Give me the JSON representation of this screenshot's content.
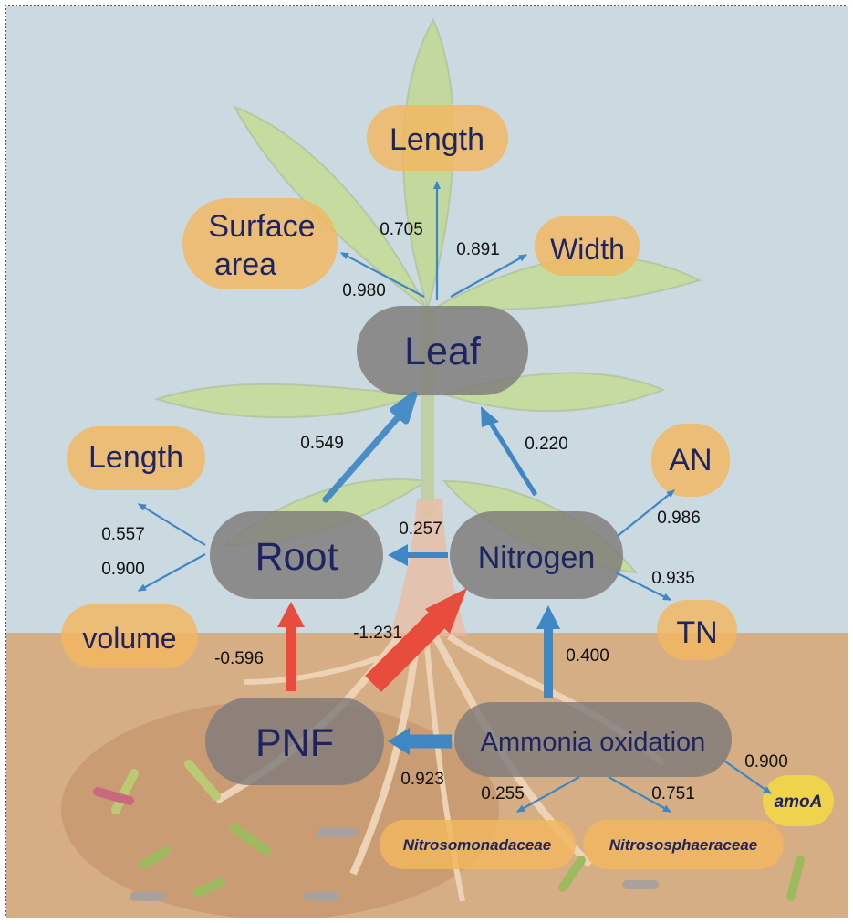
{
  "nodes": {
    "leaf": "Leaf",
    "root": "Root",
    "nitrogen": "Nitrogen",
    "pnf": "PNF",
    "ammonia_oxidation": "Ammonia oxidation"
  },
  "indicators": {
    "leaf_length": "Length",
    "leaf_surface_area_line1": "Surface",
    "leaf_surface_area_line2": "area",
    "leaf_width": "Width",
    "root_length": "Length",
    "root_volume": "volume",
    "an": "AN",
    "tn": "TN",
    "amoa": "amoA",
    "nitrosomonadaceae": "Nitrosomonadaceae",
    "nitrososphaeraceae": "Nitrososphaeraceae"
  },
  "coefficients": {
    "leaf_to_length": "0.705",
    "leaf_to_surface_area": "0.980",
    "leaf_to_width": "0.891",
    "root_to_leaf": "0.549",
    "nitrogen_to_leaf": "0.220",
    "nitrogen_to_root": "0.257",
    "root_to_length": "0.557",
    "root_to_volume": "0.900",
    "nitrogen_to_an": "0.986",
    "nitrogen_to_tn": "0.935",
    "pnf_to_root": "-0.596",
    "pnf_to_nitrogen": "-1.231",
    "ammonia_to_nitrogen": "0.400",
    "ammonia_to_pnf": "0.923",
    "ammonia_to_amoa": "0.900",
    "ammonia_to_nitrosomonadaceae": "0.255",
    "ammonia_to_nitrososphaeraceae": "0.751"
  },
  "colors": {
    "sky": "#cbd9e1",
    "soil": "#d6ae86",
    "latent_node": "#7f7b7a",
    "indicator": "#f2b75e",
    "amoa_indicator": "#f1d649",
    "positive_path": "#3f86c4",
    "negative_path": "#e84c3d",
    "node_text": "#1d2462",
    "leaf_green": "#c2d890",
    "stem": "#efb99a"
  }
}
